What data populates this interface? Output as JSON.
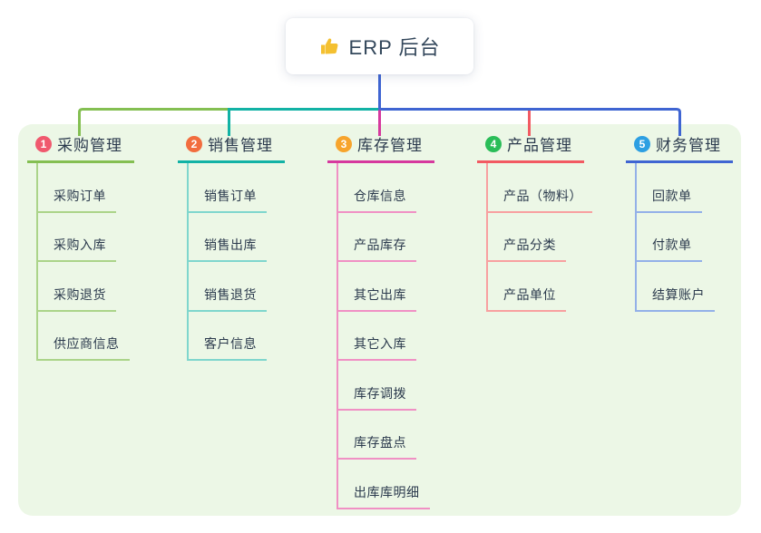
{
  "root": {
    "title": "ERP 后台",
    "icon": "thumbs-up-icon",
    "icon_color": "#f4c030"
  },
  "panel": {
    "background": "#ecf7e6"
  },
  "text_colors": {
    "root": "#33475b",
    "node": "#2b3a4d"
  },
  "branches": [
    {
      "badge": "1",
      "label": "采购管理",
      "color": "#84bf52",
      "light_color": "#abd489",
      "badge_color": "#f0596e",
      "children": [
        "采购订单",
        "采购入库",
        "采购退货",
        "供应商信息"
      ]
    },
    {
      "badge": "2",
      "label": "销售管理",
      "color": "#12b2a5",
      "light_color": "#7fd6cd",
      "badge_color": "#f26d3e",
      "children": [
        "销售订单",
        "销售出库",
        "销售退货",
        "客户信息"
      ]
    },
    {
      "badge": "3",
      "label": "库存管理",
      "color": "#d6399e",
      "light_color": "#f090c4",
      "badge_color": "#f7a42c",
      "children": [
        "仓库信息",
        "产品库存",
        "其它出库",
        "其它入库",
        "库存调拨",
        "库存盘点",
        "出库库明细"
      ]
    },
    {
      "badge": "4",
      "label": "产品管理",
      "color": "#f25a62",
      "light_color": "#f8a0a0",
      "badge_color": "#2abd58",
      "children": [
        "产品（物料）",
        "产品分类",
        "产品单位"
      ]
    },
    {
      "badge": "5",
      "label": "财务管理",
      "color": "#3f65d2",
      "light_color": "#93b0e8",
      "badge_color": "#2d9fe2",
      "children": [
        "回款单",
        "付款单",
        "结算账户"
      ]
    }
  ]
}
